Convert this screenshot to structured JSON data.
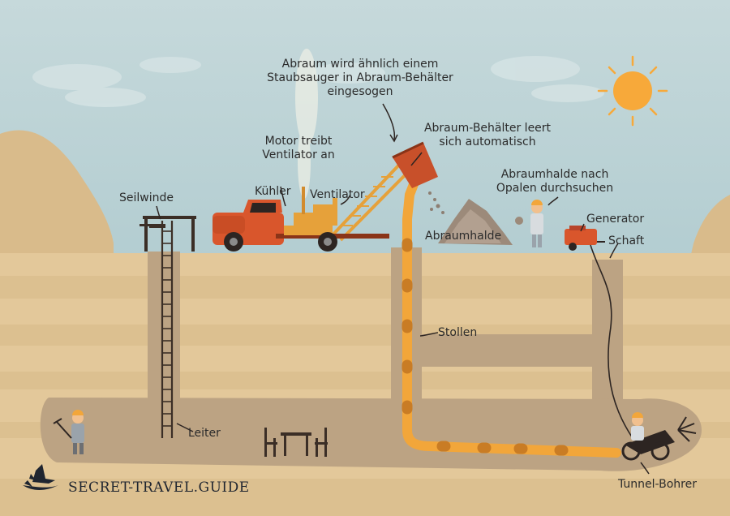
{
  "labels": {
    "abraum_sauger": [
      "Abraum wird ähnlich einem",
      "Staubsauger in Abraum-Behälter",
      "eingesogen"
    ],
    "motor": [
      "Motor treibt",
      "Ventilator an"
    ],
    "behaelter": [
      "Abraum-Behälter leert",
      "sich automatisch"
    ],
    "opal_suche": [
      "Abraumhalde nach",
      "Opalen durchsuchen"
    ],
    "seilwinde": "Seilwinde",
    "kuehler": "Kühler",
    "ventilator": "Ventilator",
    "generator": "Generator",
    "abraumhalde": "Abraumhalde",
    "schaft": "Schaft",
    "stollen": "Stollen",
    "leiter": "Leiter",
    "tunnel_bohrer": "Tunnel-Bohrer"
  },
  "brand": {
    "name": "SECRET-TRAVEL.GUIDE"
  },
  "colors": {
    "sky": "#bcd3d6",
    "ground": "#e3c89a",
    "tunnel": "#bca383",
    "pipe": "#f2a63a",
    "truck": "#d9562c",
    "sun": "#f7a93a"
  }
}
